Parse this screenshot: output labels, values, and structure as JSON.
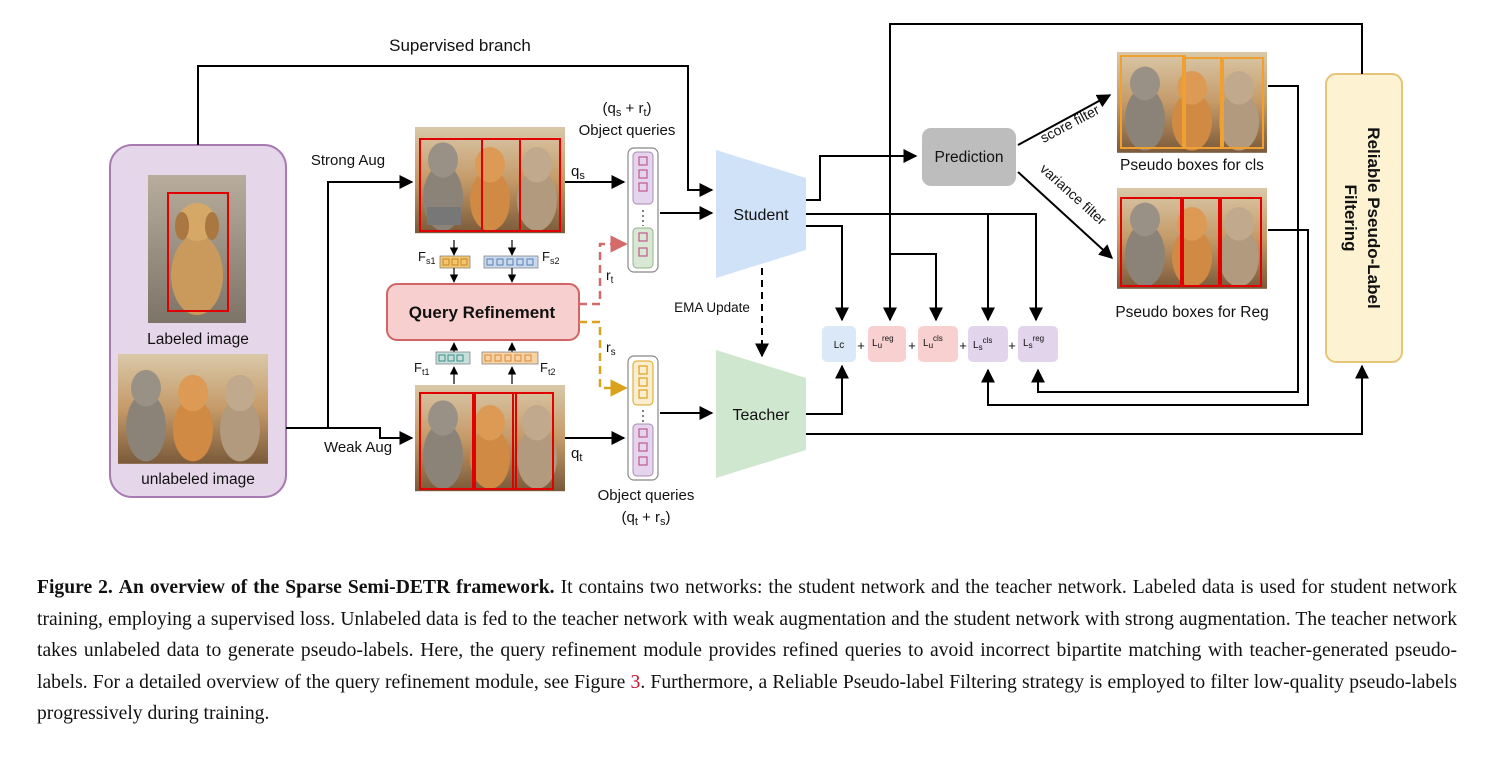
{
  "figure": {
    "supervised_branch": "Supervised branch",
    "strong_aug": "Strong Aug",
    "weak_aug": "Weak Aug",
    "labeled_image": "Labeled image",
    "unlabeled_image": "unlabeled image",
    "query_refinement": "Query Refinement",
    "student": "Student",
    "teacher": "Teacher",
    "ema_update": "EMA Update",
    "prediction": "Prediction",
    "score_filter": "score filter",
    "variance_filter": "variance filter",
    "pseudo_boxes_cls": "Pseudo boxes for cls",
    "pseudo_boxes_reg": "Pseudo boxes for Reg",
    "filtering_line1": "Reliable Pseudo-Label",
    "filtering_line2": "Filtering",
    "object_queries": "Object queries",
    "qs": "q",
    "qs_sub": "s",
    "qt": "q",
    "qt_sub": "t",
    "rt": "r",
    "rt_sub": "t",
    "rs": "r",
    "rs_sub": "s",
    "fs1": "F",
    "fs1_sub": "s1",
    "fs2": "F",
    "fs2_sub": "s2",
    "ft1": "F",
    "ft1_sub": "t1",
    "ft2": "F",
    "ft2_sub": "t2",
    "plus": "+",
    "loss_lc": "Lc",
    "loss_u_reg": "L",
    "loss_u_reg_sub": "u",
    "loss_u_reg_sup": "reg",
    "loss_u_cls": "L",
    "loss_u_cls_sub": "u",
    "loss_u_cls_sup": "cls",
    "loss_s_cls": "L",
    "loss_s_cls_sub": "s",
    "loss_s_cls_sup": "cls",
    "loss_s_reg": "L",
    "loss_s_reg_sub": "s",
    "loss_s_reg_sup": "reg",
    "top_formula_open": "(q",
    "top_formula_s": "s",
    "top_formula_mid": " + r",
    "top_formula_t": "t",
    "top_formula_close": ")",
    "bot_formula_open": "(q",
    "bot_formula_t": "t",
    "bot_formula_mid": " + r",
    "bot_formula_s": "s",
    "bot_formula_close": ")"
  },
  "caption": {
    "label": "Figure 2.",
    "title": "An overview of the Sparse Semi-DETR framework.",
    "text_1": "It contains two networks: the student network and the teacher network. Labeled data is used for student network training, employing a supervised loss. Unlabeled data is fed to the teacher network with weak augmentation and the student network with strong augmentation. The teacher network takes unlabeled data to generate pseudo-labels. Here, the query refinement module provides refined queries to avoid incorrect bipartite matching with teacher-generated pseudo-labels. For a detailed overview of the query refinement module, see Figure",
    "figure_ref": "3",
    "text_2": ". Furthermore, a Reliable Pseudo-label Filtering strategy is employed to filter low-quality pseudo-labels progressively during training."
  },
  "colors": {
    "input_box": "#e6d6ea",
    "input_border": "#a77bb2",
    "query_refine_fill": "#f8cfcf",
    "query_refine_border": "#d16464",
    "student_fill": "#cfe2f7",
    "teacher_fill": "#cfe6cf",
    "prediction_fill": "#bdbdbd",
    "filtering_fill": "#fdf2d2",
    "filtering_border": "#e6c47a",
    "pink_box": "#f8d0d0",
    "purple_box": "#e2d4ea",
    "blue_box": "#dbe8f8",
    "dashed_red": "#d46a6a",
    "dashed_gold": "#d9a21b",
    "bbox_red": "#e00000",
    "bbox_orange": "#f0a030"
  }
}
